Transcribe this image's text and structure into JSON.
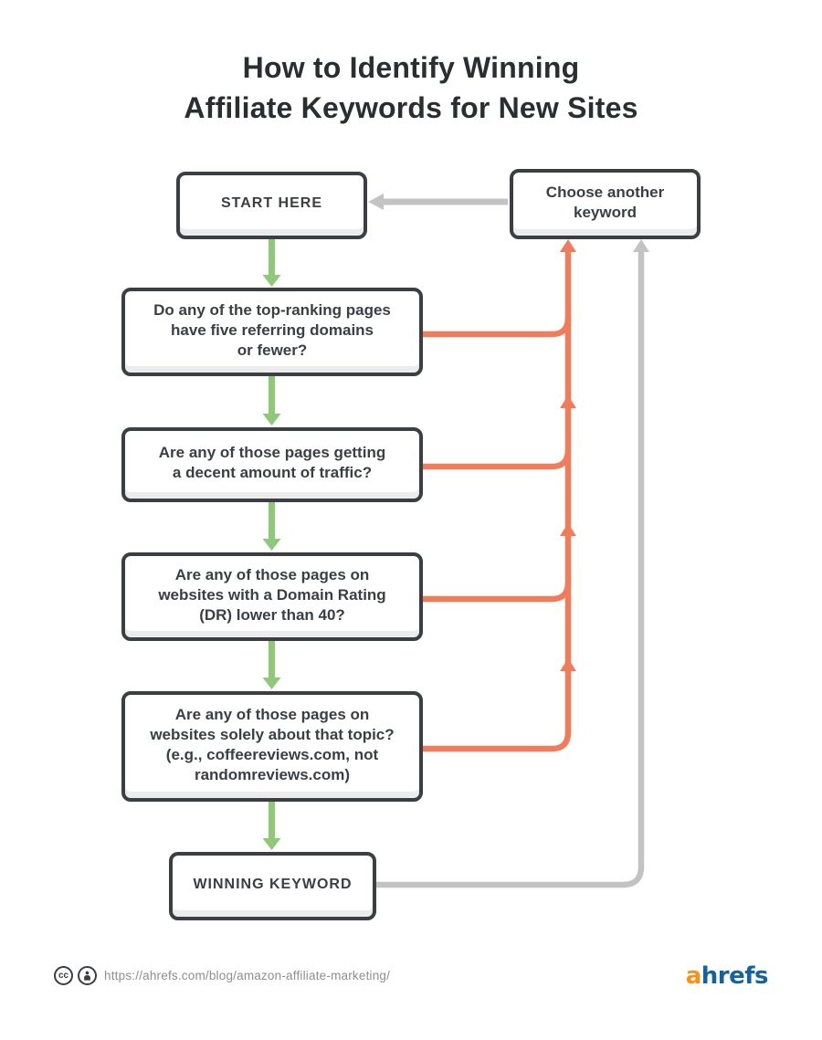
{
  "title": {
    "line1": "How to Identify Winning",
    "line2": "Affiliate Keywords for New Sites"
  },
  "nodes": {
    "start": {
      "label": "START HERE"
    },
    "choose_another": {
      "label": "Choose another\nkeyword"
    },
    "q1": {
      "label": "Do any of the top-ranking pages\nhave five referring domains\nor fewer?"
    },
    "q2": {
      "label": "Are any of those pages getting\na decent amount of traffic?"
    },
    "q3": {
      "label": "Are any of those pages on\nwebsites with a Domain Rating\n(DR) lower than 40?"
    },
    "q4": {
      "label": "Are any of those pages on\nwebsites solely about that topic?\n(e.g., coffeereviews.com, not\nrandomreviews.com)"
    },
    "winning": {
      "label": "WINNING KEYWORD"
    }
  },
  "edges": [
    {
      "from": "choose_another",
      "to": "start",
      "color": "gray"
    },
    {
      "from": "start",
      "to": "q1",
      "color": "green"
    },
    {
      "from": "q1",
      "to": "q2",
      "color": "green"
    },
    {
      "from": "q2",
      "to": "q3",
      "color": "green"
    },
    {
      "from": "q3",
      "to": "q4",
      "color": "green"
    },
    {
      "from": "q4",
      "to": "winning",
      "color": "green"
    },
    {
      "from": "q1",
      "to": "choose_another",
      "color": "orange"
    },
    {
      "from": "q2",
      "to": "choose_another",
      "color": "orange"
    },
    {
      "from": "q3",
      "to": "choose_another",
      "color": "orange"
    },
    {
      "from": "q4",
      "to": "choose_another",
      "color": "orange"
    },
    {
      "from": "winning",
      "to": "choose_another",
      "color": "gray"
    }
  ],
  "footer": {
    "cc_icon": "cc",
    "attribution_icon": "person-in-circle",
    "url": "https://ahrefs.com/blog/amazon-affiliate-marketing/",
    "logo_prefix": "a",
    "logo_suffix": "hrefs"
  },
  "colors": {
    "green": "#8fc878",
    "orange": "#f07c5c",
    "gray": "#c3c3c3",
    "border": "#3b3e42",
    "text": "#3a3f44",
    "title": "#2b2e31",
    "url": "#8e8e8e",
    "logo_orange": "#fb9016",
    "logo_blue": "#15639e"
  }
}
